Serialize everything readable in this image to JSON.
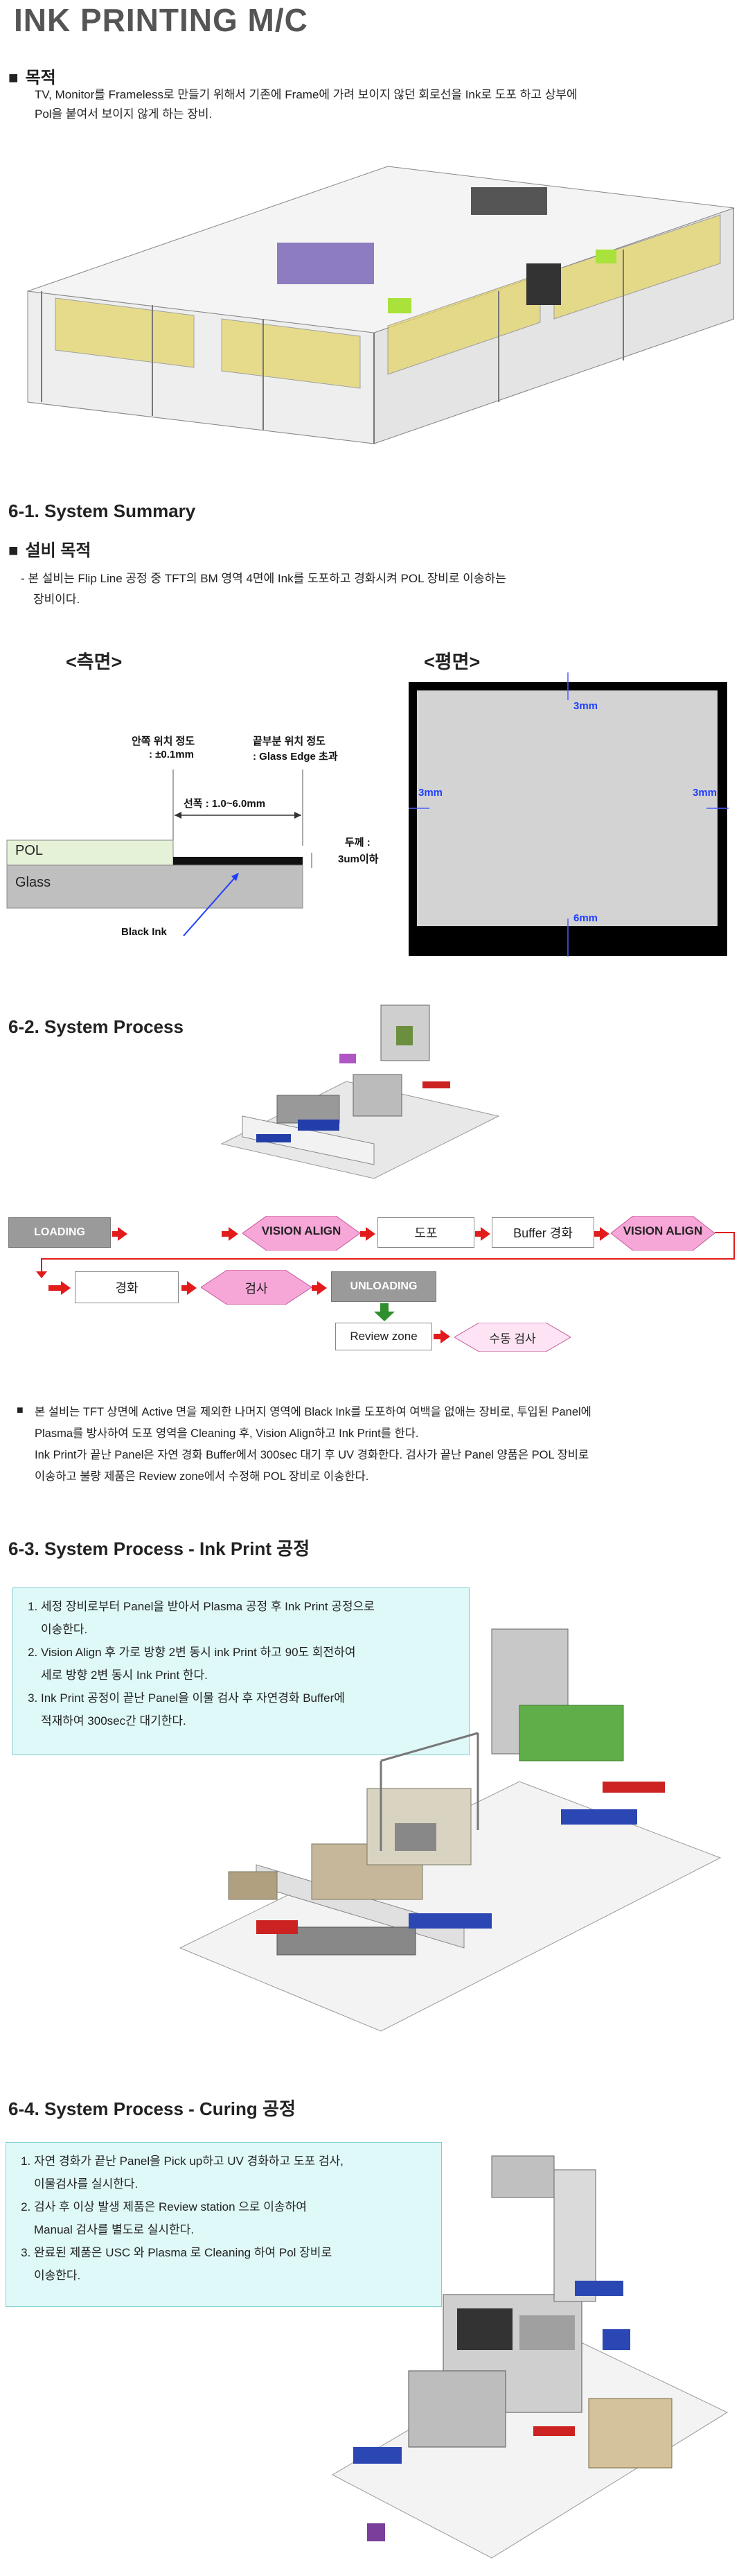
{
  "page_title": "INK PRINTING M/C",
  "purpose": {
    "heading": "목적",
    "line1": "TV, Monitor를 Frameless로 만들기 위해서 기존에 Frame에 가려 보이지 않던 회로선을 Ink로 도포 하고 상부에",
    "line2": "Pol을 붙여서 보이지 않게 하는 장비."
  },
  "summary": {
    "heading": "6-1. System Summary",
    "sub_heading": "설비 목적",
    "line1": "- 본 설비는 Flip Line 공정 중 TFT의 BM 영역 4면에 Ink를 도포하고 경화시켜 POL 장비로 이송하는",
    "line2": "장비이다.",
    "side_view": {
      "label": "<측면>",
      "inner_pos_title": "안쪽 위치 정도",
      "inner_pos_value": ": ±0.1mm",
      "edge_pos_title": "끝부분 위치 정도",
      "edge_pos_value": ": Glass Edge 초과",
      "line_width": "선폭 : 1.0~6.0mm",
      "thickness_title": "두께 :",
      "thickness_value": "3um이하",
      "pol": "POL",
      "glass": "Glass",
      "black_ink": "Black Ink"
    },
    "top_view": {
      "label": "<평면>",
      "top": "3mm",
      "left": "3mm",
      "right": "3mm",
      "bottom": "6mm"
    }
  },
  "process": {
    "heading": "6-2. System Process",
    "loading": "LOADING",
    "vision_align_1": "VISION ALIGN",
    "dopo": "도포",
    "buffer": "Buffer 경화",
    "vision_align_2": "VISION ALIGN",
    "curing": "경화",
    "inspection": "검사",
    "unloading": "UNLOADING",
    "review_zone": "Review zone",
    "manual_inspection": "수동 검사",
    "desc1": "본 설비는 TFT 상면에 Active 면을 제외한 나머지 영역에 Black Ink를 도포하여 여백을 없애는 장비로, 투입된 Panel에",
    "desc2": "Plasma를 방사하여 도포 영역을 Cleaning 후, Vision Align하고 Ink Print를 한다.",
    "desc3": "Ink Print가 끝난 Panel은 자연 경화 Buffer에서 300sec 대기 후 UV 경화한다. 검사가 끝난 Panel 양품은 POL 장비로",
    "desc4": "이송하고 불량 제품은 Review zone에서 수정해 POL 장비로 이송한다."
  },
  "ink_print": {
    "heading": "6-3. System Process - Ink Print 공정",
    "item1a": "세정 장비로부터 Panel을 받아서 Plasma 공정 후 Ink Print 공정으로",
    "item1b": "이송한다.",
    "item2a": "Vision Align 후 가로 방향 2변 동시 ink Print 하고 90도 회전하여",
    "item2b": "세로 방향 2변 동시 Ink Print 한다.",
    "item3a": "Ink Print 공정이 끝난 Panel을 이물 검사 후 자연경화 Buffer에",
    "item3b": "적재하여 300sec간 대기한다."
  },
  "curing": {
    "heading": "6-4. System Process - Curing 공정",
    "item1a": "자연 경화가 끝난  Panel을 Pick up하고 UV 경화하고 도포 검사,",
    "item1b": "이물검사를 실시한다.",
    "item2a": "검사 후 이상 발생 제품은 Review station 으로 이송하여",
    "item2b": "Manual 검사를 별도로 실시한다.",
    "item3a": "완료된 제품은 USC 와 Plasma 로 Cleaning 하여 Pol 장비로",
    "item3b": "이송한다."
  },
  "colors": {
    "accent_red": "#e21b1b",
    "diamond_pink": "#f7a6d8",
    "note_bg": "#dff8f8",
    "pol_green": "#e6f2d8"
  }
}
